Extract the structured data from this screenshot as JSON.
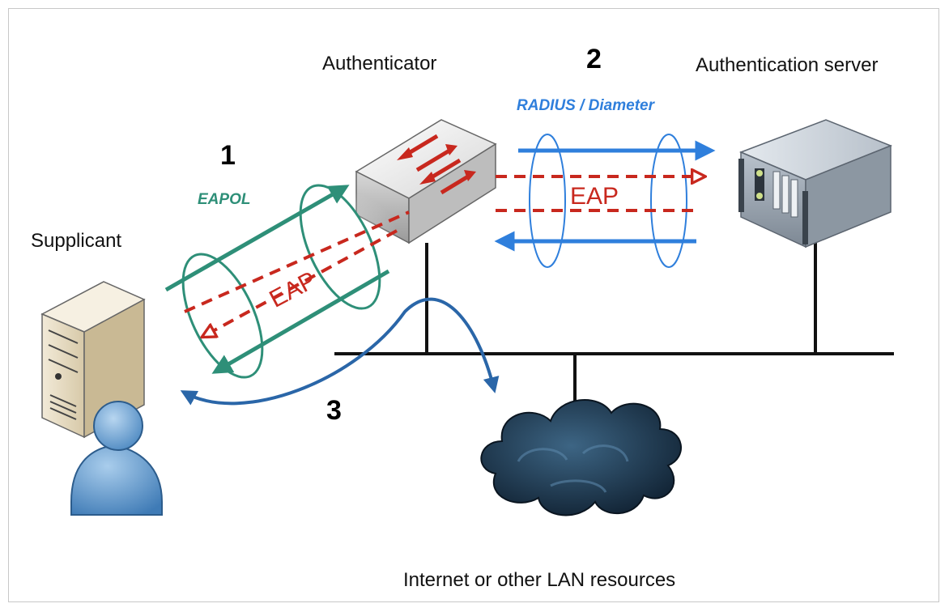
{
  "labels": {
    "authenticator": "Authenticator",
    "auth_server": "Authentication server",
    "supplicant": "Supplicant",
    "internet": "Internet or other LAN resources"
  },
  "steps": {
    "one": "1",
    "two": "2",
    "three": "3"
  },
  "protocols": {
    "eapol": "EAPOL",
    "radius": "RADIUS / Diameter",
    "eap_left": "EAP",
    "eap_right": "EAP"
  },
  "colors": {
    "eapol": "#2e8f78",
    "radius": "#2f7fdc",
    "eap": "#c8281e",
    "lan_arrow": "#2a66a8",
    "lines": "#111111"
  },
  "icons": [
    "switch-icon",
    "server-icon",
    "tower-pc-icon",
    "user-icon",
    "cloud-icon"
  ]
}
